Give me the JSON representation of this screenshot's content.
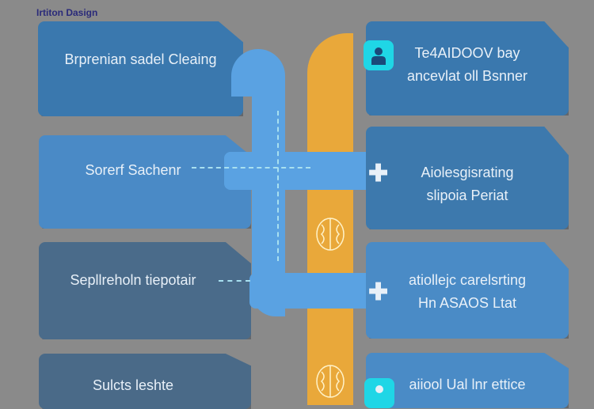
{
  "header": {
    "title": "Irtiton Dasign"
  },
  "left_boxes": [
    {
      "lines": [
        "Brprenian sadel Cleaing"
      ]
    },
    {
      "lines": [
        "Sorerf Sachenr"
      ]
    },
    {
      "lines": [
        "Sepllreholn tiepotair"
      ]
    },
    {
      "lines": [
        "Sulcts leshte"
      ]
    }
  ],
  "right_boxes": [
    {
      "lines": [
        "Te4AIDOOV  bay",
        "ancevlat oll Bsnner"
      ],
      "icon": "person-icon"
    },
    {
      "lines": [
        "Aiolesgisrating",
        "slipoia Periat"
      ],
      "icon": "plus-icon"
    },
    {
      "lines": [
        "atiollejc carelsrting",
        "Hn ASAOS  Ltat"
      ],
      "icon": "plus-icon"
    },
    {
      "lines": [
        "aiiool Ual lnr ettice"
      ],
      "icon": "person-icon"
    }
  ],
  "colors": {
    "background": "#8a8a8a",
    "orange": "#e9a83a",
    "pipe": "#5aa2e2",
    "cyan": "#1fd6e6"
  }
}
